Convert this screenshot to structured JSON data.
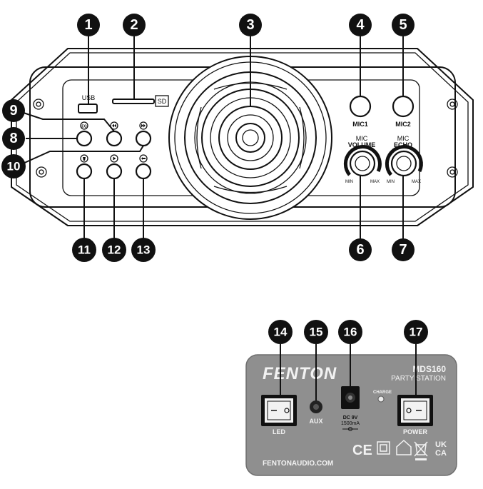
{
  "front_panel": {
    "labels": {
      "usb": "USB",
      "sd": "SD",
      "mic1": "MIC1",
      "mic2": "MIC2",
      "mic_volume_top": "MIC",
      "mic_volume": "VOLUME",
      "mic_echo_top": "MIC",
      "mic_echo": "ECHO",
      "min": "MIN",
      "max": "MAX"
    },
    "callouts": [
      "1",
      "2",
      "3",
      "4",
      "5",
      "6",
      "7",
      "8",
      "9",
      "10",
      "11",
      "12",
      "13"
    ],
    "icons": {
      "eq": "eq-icon",
      "prev": "previous-icon",
      "next": "next-icon",
      "mode": "mode-icon",
      "play": "play-icon",
      "repeat": "repeat-icon"
    }
  },
  "rear_panel": {
    "brand": "FENTON",
    "model": "MDS160",
    "subtitle": "PARTY STATION",
    "charge": "CHARGE",
    "led": "LED",
    "aux": "AUX",
    "dc_line1": "DC 9V",
    "dc_line2": "1500mA",
    "power": "POWER",
    "ce": "CE",
    "ukca_line1": "UK",
    "ukca_line2": "CA",
    "url": "FENTONAUDIO.COM",
    "callouts": [
      "14",
      "15",
      "16",
      "17"
    ]
  },
  "colors": {
    "ink": "#111111",
    "panel": "#8f8f8f",
    "panel_text": "#f2f2f2"
  }
}
